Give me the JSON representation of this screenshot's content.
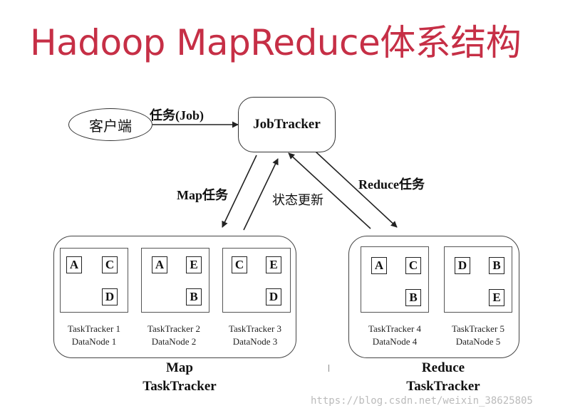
{
  "title": "Hadoop MapReduce体系结构",
  "client": {
    "label": "客户端"
  },
  "job_edge_label": "任务(Job)",
  "jobtracker": {
    "label": "JobTracker"
  },
  "map_task_label": "Map任务",
  "status_label": "状态更新",
  "reduce_task_label": "Reduce任务",
  "map_group": {
    "label_line1": "Map",
    "label_line2": "TaskTracker",
    "trackers": [
      {
        "tracker": "TaskTracker 1",
        "datanode": "DataNode 1",
        "blocks": [
          "A",
          "C",
          "D"
        ]
      },
      {
        "tracker": "TaskTracker 2",
        "datanode": "DataNode 2",
        "blocks": [
          "A",
          "E",
          "B"
        ]
      },
      {
        "tracker": "TaskTracker 3",
        "datanode": "DataNode 3",
        "blocks": [
          "C",
          "E",
          "D"
        ]
      }
    ]
  },
  "reduce_group": {
    "label_line1": "Reduce",
    "label_line2": "TaskTracker",
    "trackers": [
      {
        "tracker": "TaskTracker 4",
        "datanode": "DataNode 4",
        "blocks": [
          "A",
          "C",
          "B"
        ]
      },
      {
        "tracker": "TaskTracker 5",
        "datanode": "DataNode 5",
        "blocks": [
          "D",
          "B",
          "E"
        ]
      }
    ]
  },
  "watermark": "https://blog.csdn.net/weixin_38625805"
}
